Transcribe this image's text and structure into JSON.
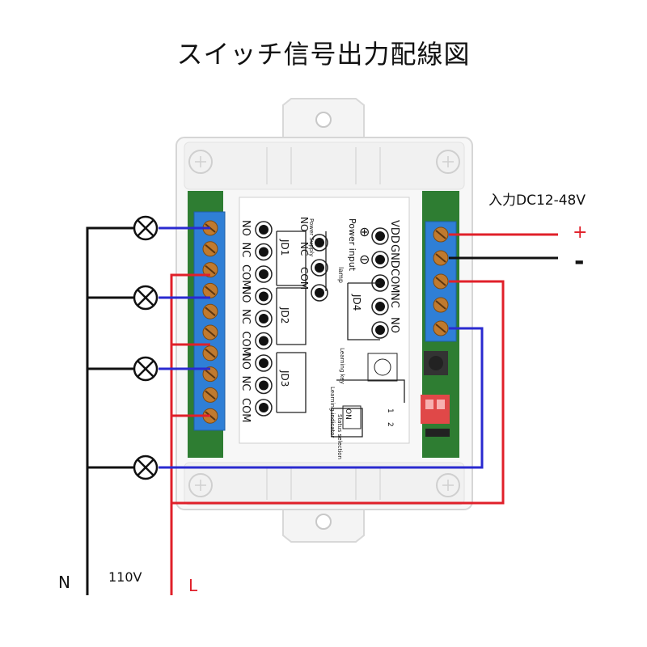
{
  "title": "スイッチ信号出力配線図",
  "power_input_label": "入力DC12-48V",
  "plus_label": "+",
  "minus_label": "-",
  "neutral_label": "N",
  "voltage_label": "110V",
  "live_label": "L",
  "relay_left_terminals": [
    "NO",
    "NC",
    "COM",
    "NO",
    "NC",
    "COM",
    "NO",
    "NC",
    "COM"
  ],
  "relay_names": [
    "JD1",
    "JD2",
    "JD3",
    "JD4"
  ],
  "power_supply_text": "Power Supply",
  "power_input_text": "Power input",
  "lamp_text": "lamp",
  "right_terminal_labels": [
    "VDD",
    "GND",
    "COM",
    "NC",
    "NO"
  ],
  "learning_key_text": "Learning key",
  "learning_indicator_text": "Learning indicator",
  "status_selection_text": "Status selection",
  "dip_on_text": "ON",
  "dip_numbers": [
    "1",
    "2"
  ],
  "colors": {
    "live": "#e0202a",
    "neutral": "#111111",
    "switch_leg": "#2a2ad0",
    "terminal_block": "#2f7fd6",
    "pcb": "#2e7d32"
  }
}
